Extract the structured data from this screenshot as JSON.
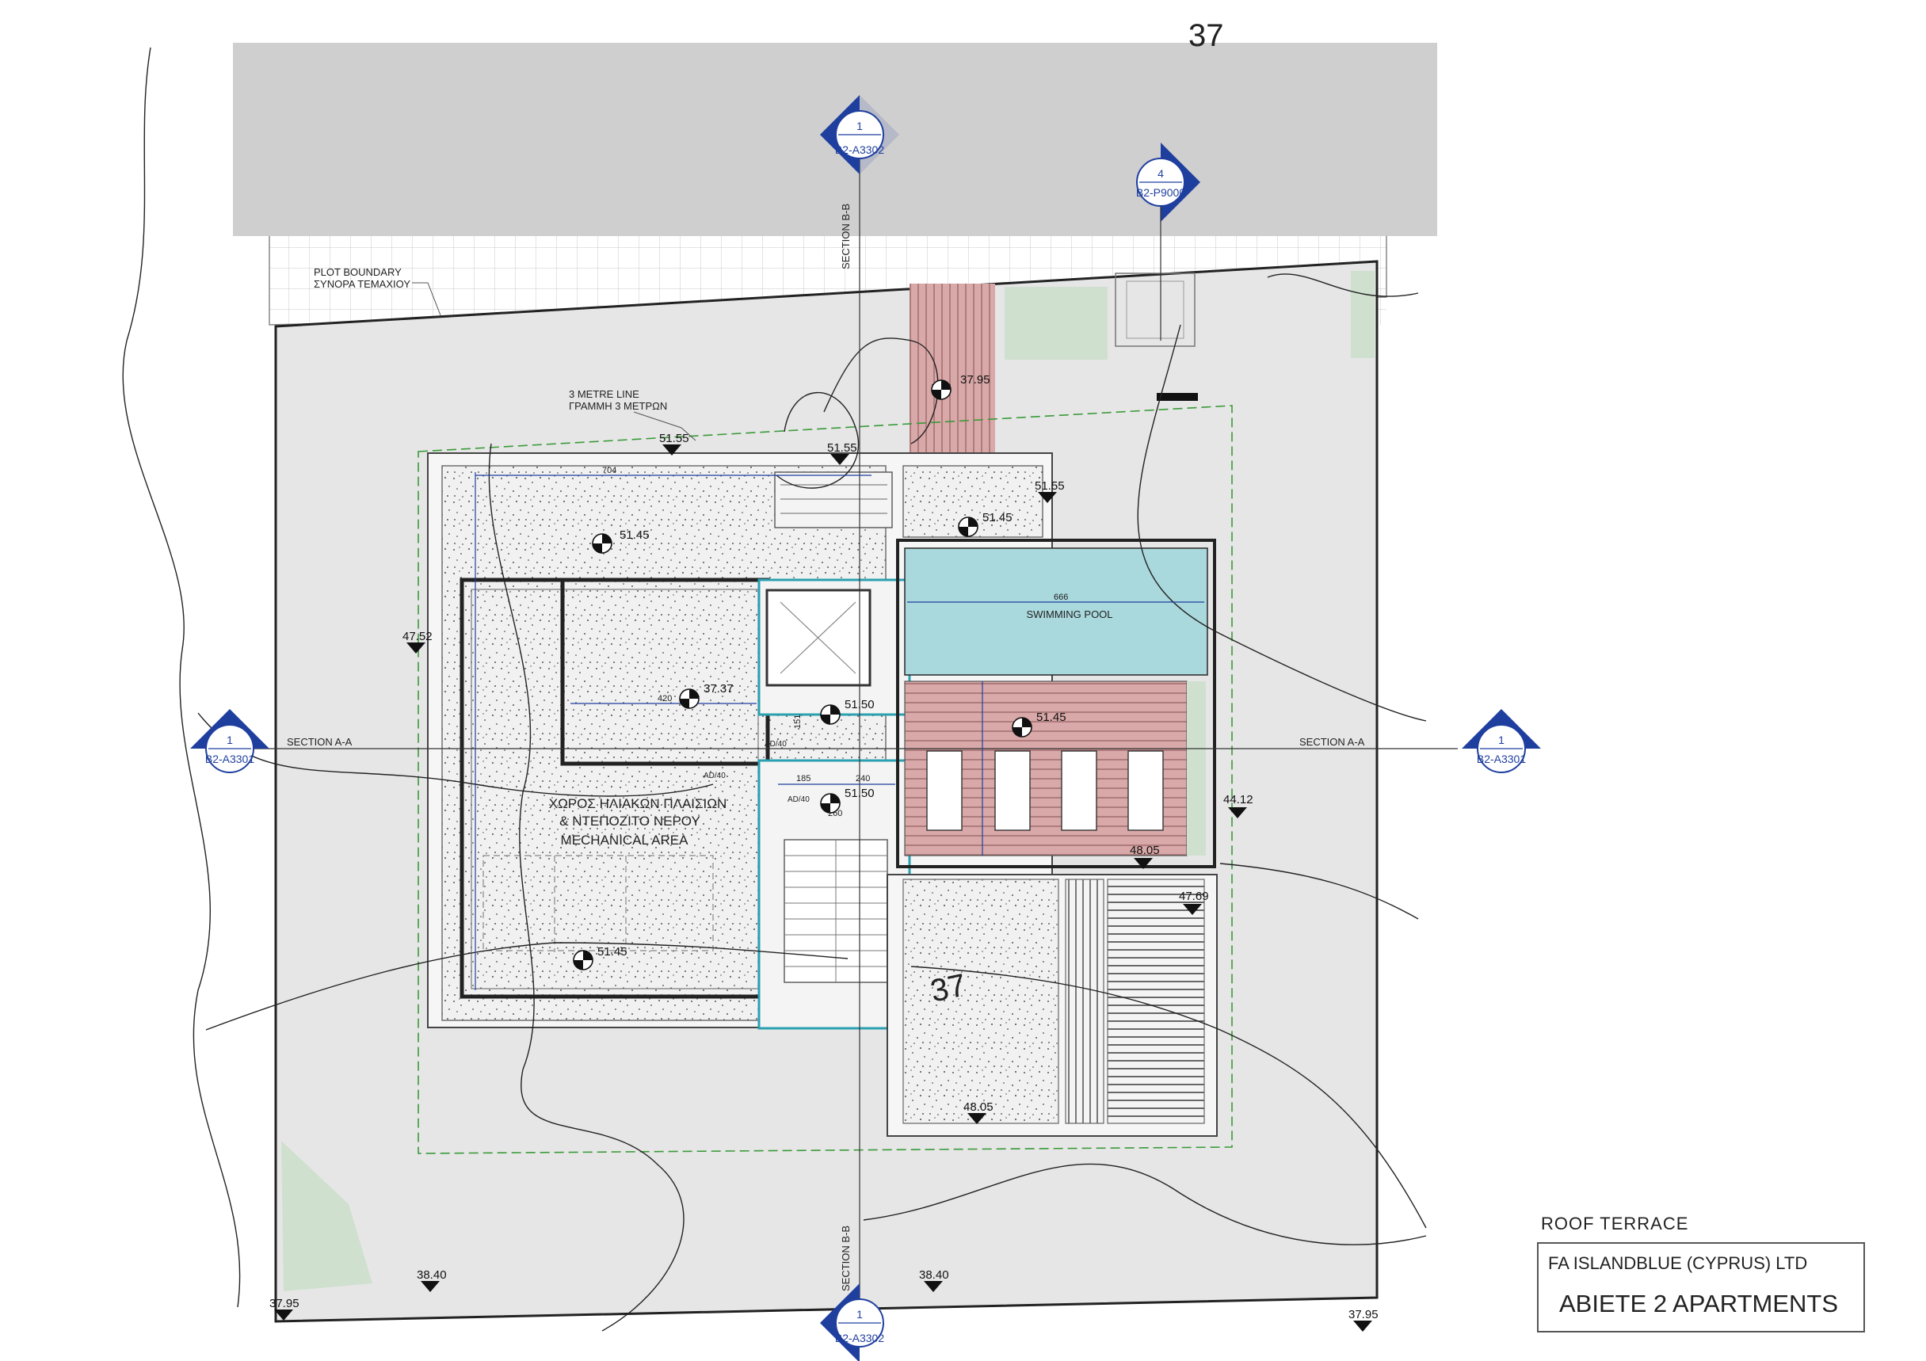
{
  "sheet": {
    "view_title": "ROOF TERRACE",
    "client": "FA ISLANDBLUE (CYPRUS) LTD",
    "project": "ABIETE 2 APARTMENTS"
  },
  "annotations": {
    "plot_boundary_en": "PLOT BOUNDARY",
    "plot_boundary_gr": "ΣΥΝΟΡΑ ΤΕΜΑΧΙΟΥ",
    "three_metre_en": "3 METRE LINE",
    "three_metre_gr": "ΓΡΑΜΜΗ 3 ΜΕΤΡΩΝ",
    "mech_gr_1": "ΧΩΡΟΣ ΗΛΙΑΚΩΝ ΠΛΑΙΣΙΩΝ",
    "mech_gr_2": "& ΝΤΕΠΟΖΙΤΟ ΝΕΡΟΥ",
    "mech_en": "MECHANICAL AREA",
    "pool": "SWIMMING POOL",
    "contour": "37",
    "contour_top": "37"
  },
  "sections": {
    "aa_label": "SECTION A-A",
    "bb_label": "SECTION B-B",
    "bb_num": "1",
    "bb_sheet": "B2-A3302",
    "aa_num": "1",
    "aa_sheet": "B2-A3301",
    "p_num": "4",
    "p_sheet": "B2-P9000"
  },
  "levels": {
    "l1": "37.95",
    "l2": "51.55",
    "l3": "51.55",
    "l4": "51.55",
    "l5": "51.45",
    "l6": "51.45",
    "l7": "47.52",
    "l8": "37.37",
    "l9": "51.50",
    "l10": "51.45",
    "l11": "51.50",
    "l12": "44.12",
    "l13": "48.05",
    "l14": "47.69",
    "l15": "51.45",
    "l16": "48.05",
    "l17": "38.40",
    "l18": "38.40",
    "l19": "37.95",
    "l20": "37.95"
  },
  "dims": {
    "d1": "704",
    "d2": "666",
    "d3": "420",
    "d4": "185",
    "d5": "240",
    "d6": "260",
    "d7": "151",
    "d8": "AD/40",
    "d9": "AD/40",
    "d10": "AD/40"
  },
  "colors": {
    "pool": "#a9d8dd",
    "deck": "#d9a8a8",
    "ground": "#e6e6e6",
    "road": "#cfcfcf",
    "symbol": "#1f3f9f",
    "green_dash": "#3a9a3a"
  }
}
